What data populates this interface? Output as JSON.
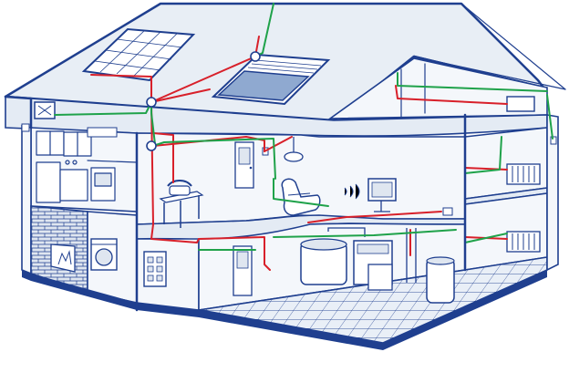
{
  "diagram": {
    "components": [
      "solar-panel",
      "roof-window",
      "attic-air-unit",
      "wall-socket",
      "kitchen",
      "telephone",
      "armchair",
      "ceiling-lamp",
      "television",
      "radiator",
      "fireplace-wall",
      "washing-machine",
      "fuse-box",
      "boiler",
      "water-tank"
    ],
    "colors": {
      "outline": "#1f3f8f",
      "wire_red": "#d8202a",
      "wire_green": "#1fa24a",
      "fill_light": "#f4f7fb",
      "floor": "#e4ebf4",
      "brick": "#c9d3e3",
      "tile": "#cfdbea"
    }
  }
}
